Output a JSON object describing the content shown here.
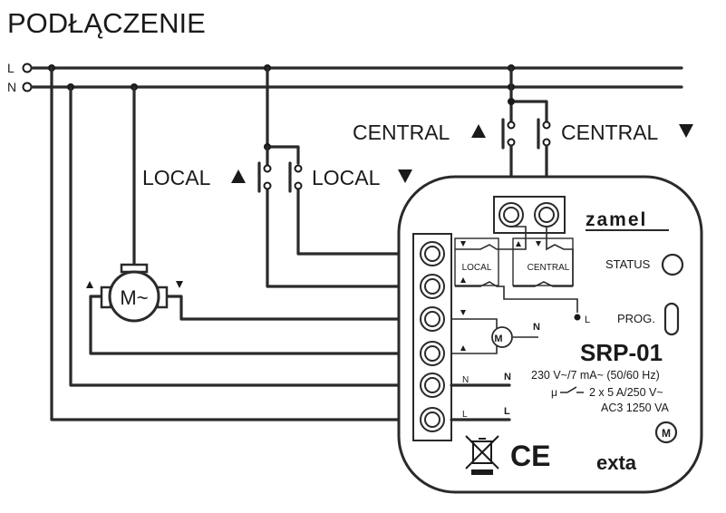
{
  "title": "PODŁĄCZENIE",
  "lines": {
    "L": "L",
    "N": "N"
  },
  "switches": {
    "local_up": "LOCAL",
    "local_down": "LOCAL",
    "central_up": "CENTRAL",
    "central_down": "CENTRAL"
  },
  "motor": {
    "label": "M~"
  },
  "device": {
    "brand": "zamel",
    "model": "SRP-01",
    "spec_line1": "230 V~/7 mA~ (50/60 Hz)",
    "spec_line2": "2 x 5 A/250 V~",
    "spec_line3": "AC3 1250 VA",
    "contact_symbol": "μ",
    "status_label": "STATUS",
    "prog_label": "PROG.",
    "local_label": "LOCAL",
    "central_label": "CENTRAL",
    "internal_l": "L",
    "internal_n": "N",
    "terminal_n": "N",
    "terminal_l": "L",
    "right_n": "N",
    "right_l": "L",
    "m_label": "M",
    "m_circle": "M",
    "ce_mark": "CE",
    "footer_brand": "exta"
  }
}
